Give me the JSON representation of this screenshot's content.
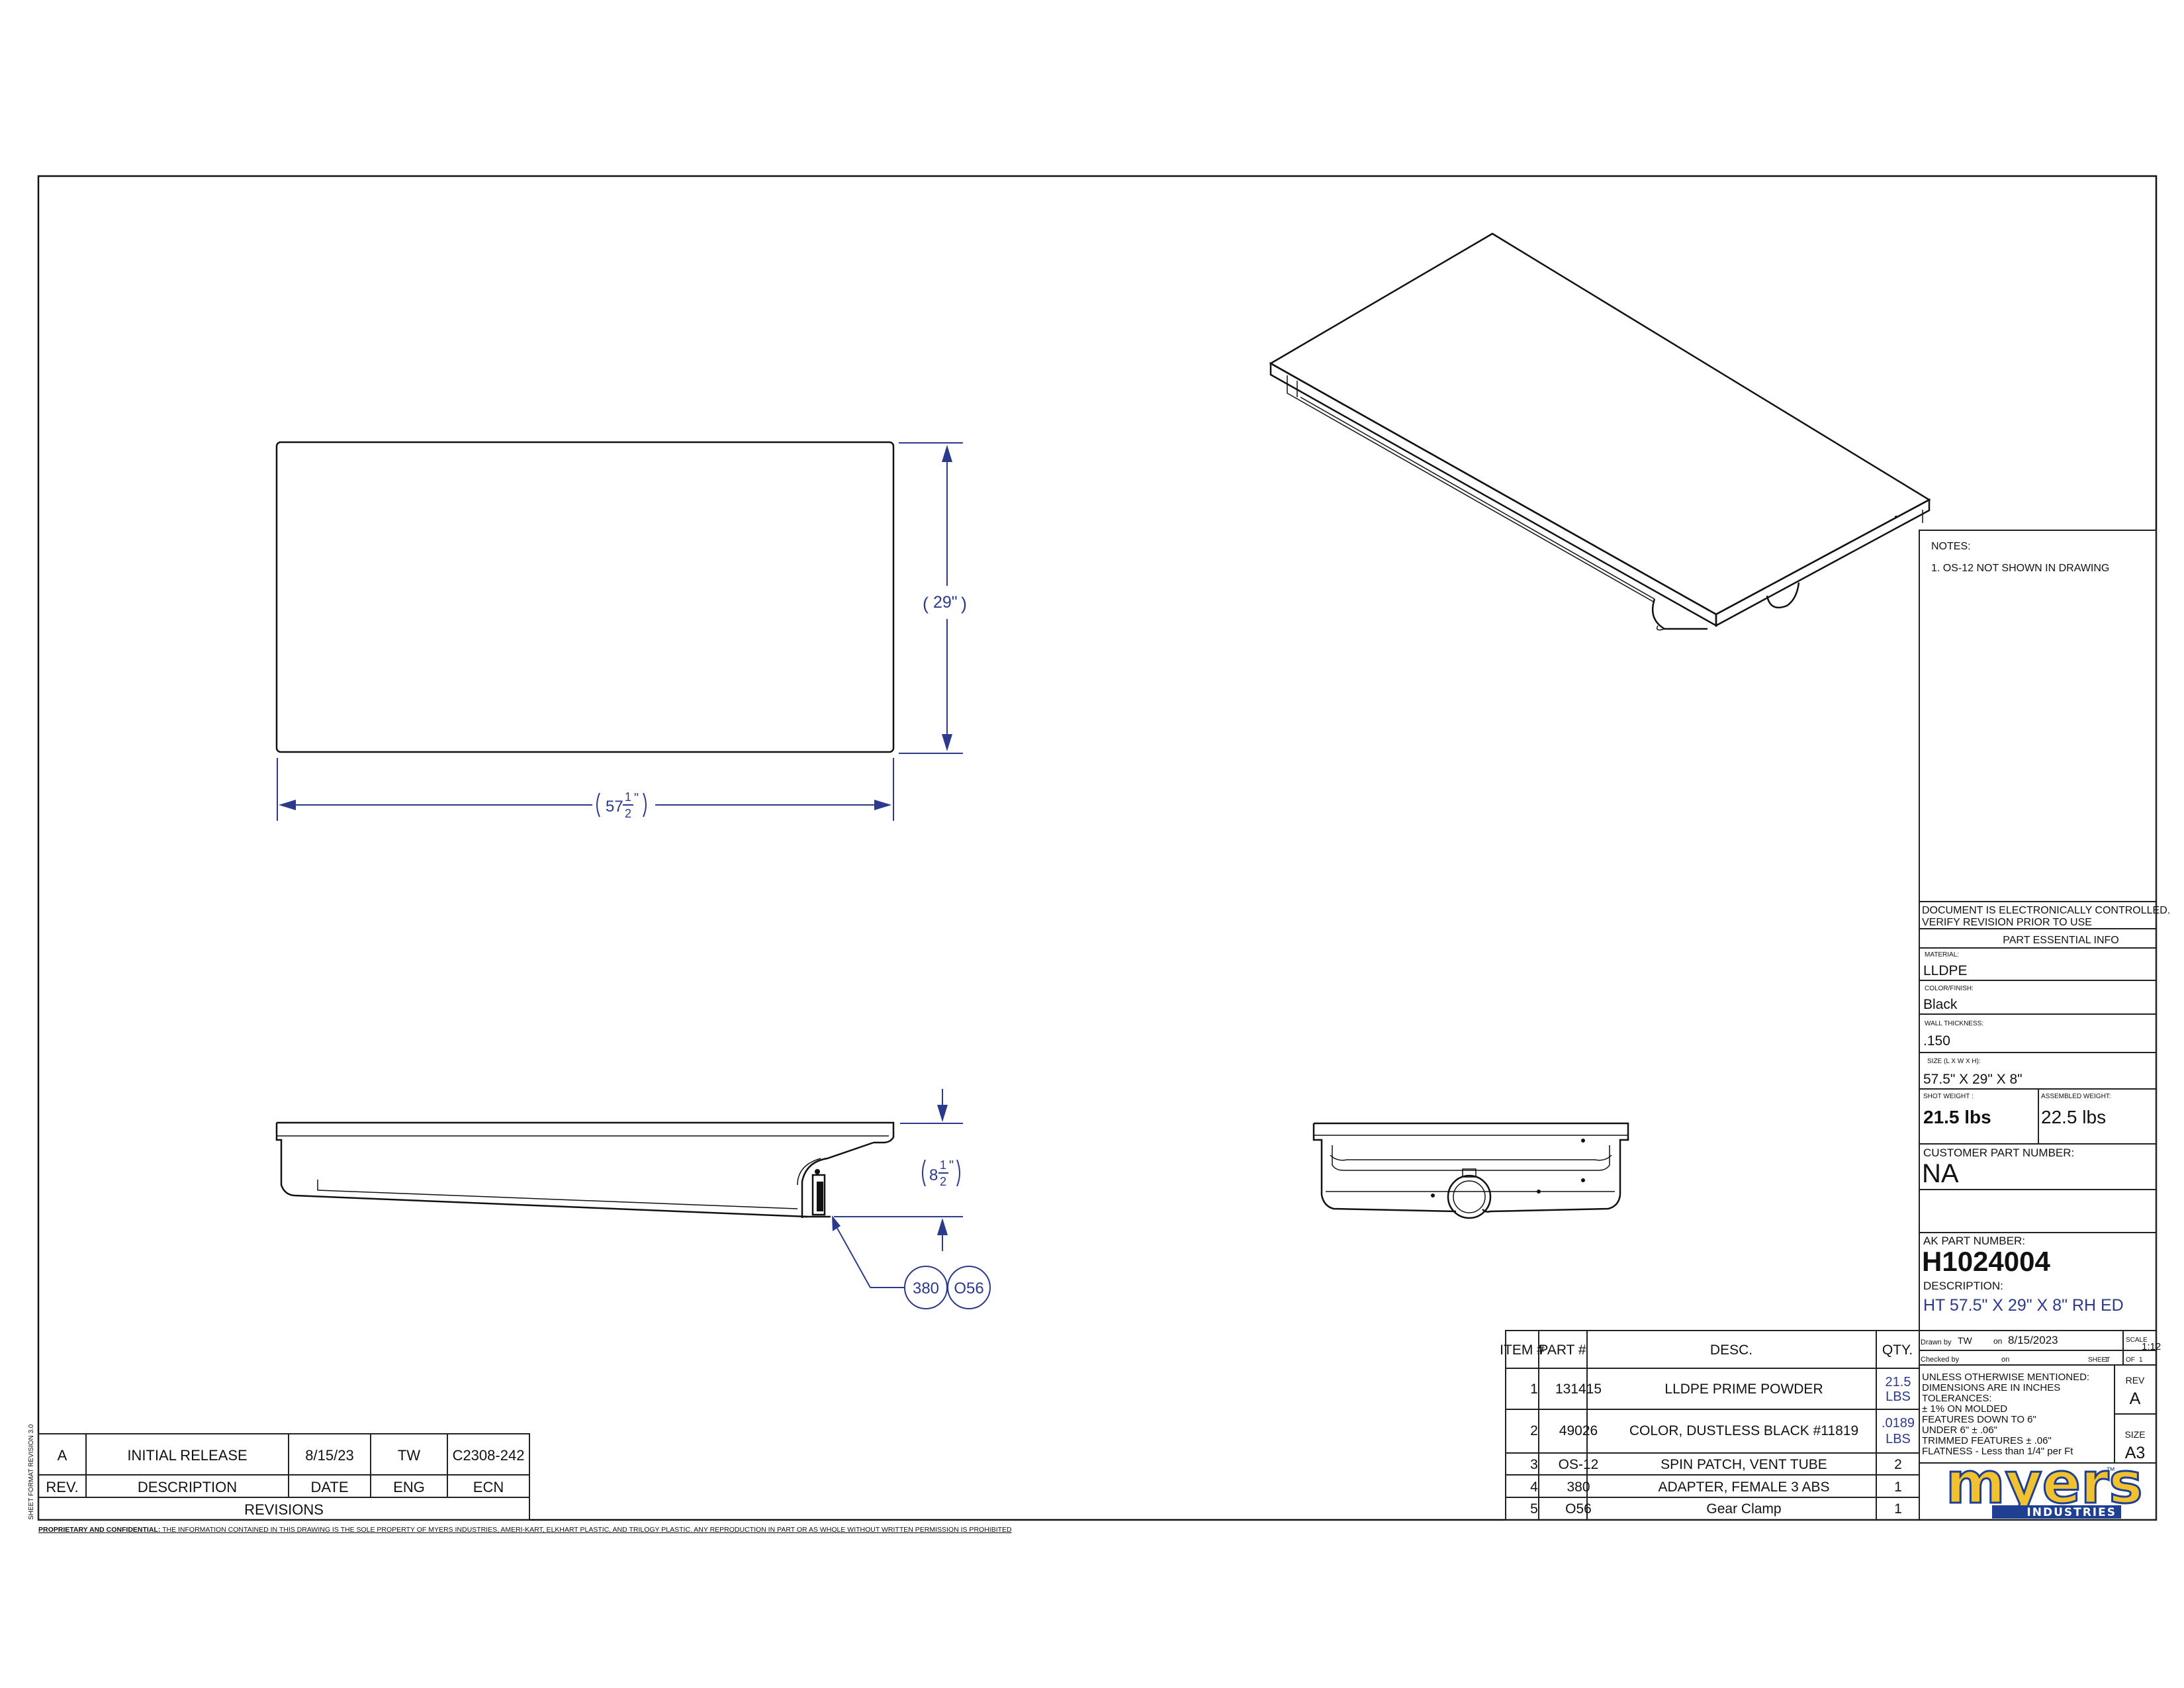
{
  "notes": {
    "heading": "NOTES:",
    "items": [
      "1. OS-12 NOT SHOWN IN DRAWING"
    ]
  },
  "dimensions": {
    "height_paren_open": "(",
    "height_value": "29\"",
    "height_paren_close": ")",
    "length_whole": "57",
    "length_frac_num": "1",
    "length_frac_den": "2",
    "length_unit": "\"",
    "depth_whole": "8",
    "depth_frac_num": "1",
    "depth_frac_den": "2",
    "depth_unit": "\""
  },
  "balloons": [
    "380",
    "O56"
  ],
  "revisions": {
    "rows": [
      {
        "rev": "A",
        "description": "INITIAL RELEASE",
        "date": "8/15/23",
        "eng": "TW",
        "ecn": "C2308-242"
      }
    ],
    "headers": {
      "rev": "REV.",
      "description": "DESCRIPTION",
      "date": "DATE",
      "eng": "ENG",
      "ecn": "ECN"
    },
    "title": "REVISIONS"
  },
  "sheet_format": "SHEET FORMAT REVISION 3.0",
  "proprietary": {
    "label": "PROPRIETARY AND CONFIDENTIAL:",
    "text": " THE INFORMATION CONTAINED IN THIS DRAWING IS THE SOLE PROPERTY OF MYERS INDUSTRIES, AMERI-KART, ELKHART PLASTIC, AND TRILOGY PLASTIC. ANY REPRODUCTION IN PART OR AS WHOLE WITHOUT WRITTEN PERMISSION IS PROHIBITED"
  },
  "bom": {
    "headers": {
      "item": "ITEM #",
      "part": "PART #",
      "desc": "DESC.",
      "qty": "QTY."
    },
    "rows": [
      {
        "item": "1",
        "part": "131415",
        "desc": "LLDPE PRIME POWDER",
        "qty": "21.5",
        "qty2": "LBS"
      },
      {
        "item": "2",
        "part": "49026",
        "desc": "COLOR, DUSTLESS BLACK #11819",
        "qty": ".0189",
        "qty2": "LBS"
      },
      {
        "item": "3",
        "part": "OS-12",
        "desc": "SPIN PATCH, VENT TUBE",
        "qty": "2",
        "qty2": ""
      },
      {
        "item": "4",
        "part": "380",
        "desc": "ADAPTER, FEMALE 3  ABS",
        "qty": "1",
        "qty2": ""
      },
      {
        "item": "5",
        "part": "O56",
        "desc": "Gear Clamp",
        "qty": "1",
        "qty2": ""
      }
    ]
  },
  "title_block": {
    "doc_control_1": "DOCUMENT IS ELECTRONICALLY CONTROLLED.",
    "doc_control_2": "VERIFY REVISION PRIOR TO USE",
    "essential_info": "PART ESSENTIAL INFO",
    "material_label": "MATERIAL:",
    "material": "LLDPE",
    "color_label": "COLOR/FINISH:",
    "color": "Black",
    "wall_label": "WALL THICKNESS:",
    "wall": ".150",
    "size_label": "SIZE (L X W X H):",
    "size": "57.5\" X 29\" X 8\"",
    "shot_label": "SHOT WEIGHT :",
    "shot": "21.5 lbs",
    "assembled_label": "ASSEMBLED WEIGHT:",
    "assembled": "22.5 lbs",
    "customer_label": "CUSTOMER PART NUMBER:",
    "customer": "NA",
    "ak_label": "AK PART NUMBER:",
    "ak": "H1024004",
    "desc_label": "DESCRIPTION:",
    "desc": "HT 57.5\" X 29\" X 8\" RH ED",
    "drawn_label": "Drawn by",
    "drawn_by": "TW",
    "drawn_on_label": "on",
    "drawn_date": "8/15/2023",
    "scale_label": "SCALE",
    "scale": "1:12",
    "checked_label": "Checked by",
    "checked_on_label": "on",
    "sheet_label": "SHEET",
    "sheet_no": "1",
    "of_label": "OF",
    "sheet_total": "1",
    "tolerance_lines": [
      "UNLESS OTHERWISE MENTIONED:",
      "DIMENSIONS ARE IN INCHES",
      "TOLERANCES:",
      "± 1% ON MOLDED",
      "FEATURES DOWN TO 6\"",
      "UNDER 6\" ± .06\"",
      "TRIMMED FEATURES ± .06\"",
      "FLATNESS - Less than 1/4\" per Ft"
    ],
    "rev_label": "REV",
    "rev": "A",
    "size_sheet_label": "SIZE",
    "size_sheet": "A3"
  },
  "logo": {
    "brand": "myers",
    "tm": "™",
    "sub": "INDUSTRIES"
  },
  "colors": {
    "dimension_blue": "#2b3a8c",
    "logo_blue": "#1f3f93",
    "logo_yellow": "#f2c12e"
  }
}
